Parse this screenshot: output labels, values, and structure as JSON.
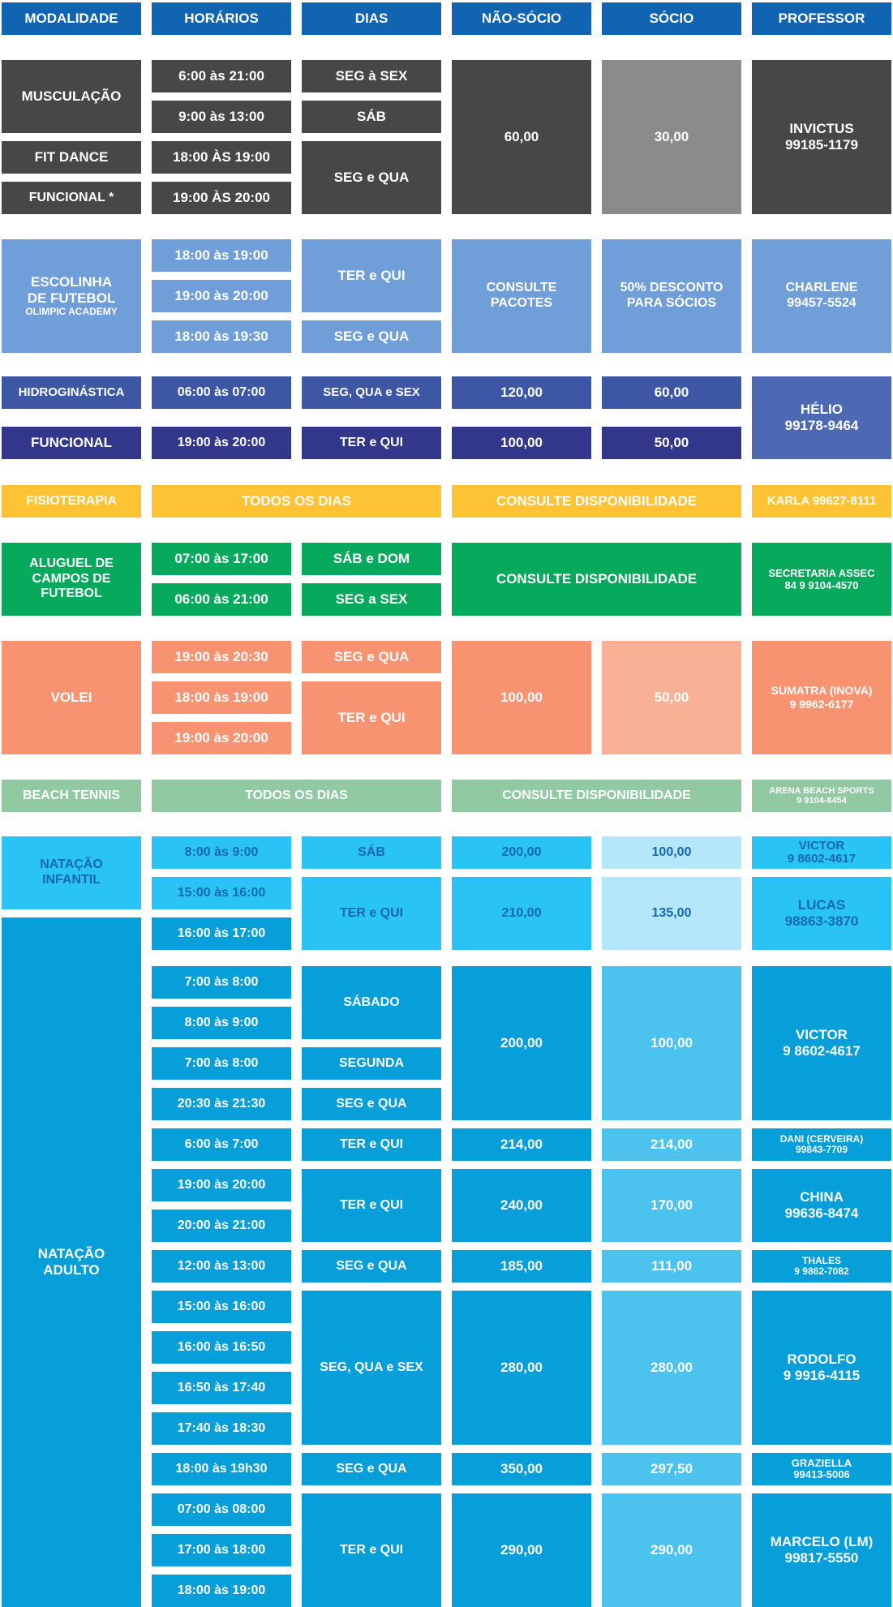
{
  "header": {
    "columns": [
      "MODALIDADE",
      "HORÁRIOS",
      "DIAS",
      "NÃO-SÓCIO",
      "SÓCIO",
      "PROFESSOR"
    ]
  },
  "musculacao": {
    "mod1": "MUSCULAÇÃO",
    "mod2": "FIT DANCE",
    "mod3": "FUNCIONAL *",
    "h1": "6:00 às 21:00",
    "h2": "9:00 às 13:00",
    "h3": "18:00 ÀS 19:00",
    "h4": "19:00 ÀS 20:00",
    "d1": "SEG à SEX",
    "d2": "SÁB",
    "d3": "SEG e QUA",
    "nao_socio": "60,00",
    "socio": "30,00",
    "professor": "INVICTUS\n99185-1179"
  },
  "escolinha": {
    "mod_main": "ESCOLINHA\nDE FUTEBOL",
    "mod_sub": "OLIMPIC ACADEMY",
    "h1": "18:00 às 19:00",
    "h2": "19:00 às 20:00",
    "h3": "18:00 às 19:30",
    "d1": "TER e QUI",
    "d2": "SEG e QUA",
    "nao_socio": "CONSULTE\nPACOTES",
    "socio": "50% DESCONTO\nPARA SÓCIOS",
    "professor": "CHARLENE\n99457-5524"
  },
  "hidro": {
    "mod1": "HIDROGINÁSTICA",
    "mod2": "FUNCIONAL",
    "h1": "06:00 às 07:00",
    "h2": "19:00 às 20:00",
    "d1": "SEG, QUA e SEX",
    "d2": "TER e QUI",
    "nao1": "120,00",
    "soc1": "60,00",
    "nao2": "100,00",
    "soc2": "50,00",
    "professor": "HÉLIO\n99178-9464"
  },
  "fisioterapia": {
    "mod": "FISIOTERAPIA",
    "dias": "TODOS OS DIAS",
    "consulte": "CONSULTE DISPONIBILIDADE",
    "professor": "KARLA 99627-8111"
  },
  "aluguel": {
    "mod": "ALUGUEL DE\nCAMPOS DE\nFUTEBOL",
    "h1": "07:00 às 17:00",
    "h2": "06:00 às 21:00",
    "d1": "SÁB e DOM",
    "d2": "SEG a SEX",
    "consulte": "CONSULTE DISPONIBILIDADE",
    "professor": "SECRETARIA ASSEC\n84 9 9104-4570"
  },
  "volei": {
    "mod": "VOLEI",
    "h1": "19:00 às 20:30",
    "h2": "18:00 às 19:00",
    "h3": "19:00 às 20:00",
    "d1": "SEG e QUA",
    "d2": "TER e QUI",
    "nao_socio": "100,00",
    "socio": "50,00",
    "professor": "SUMATRA (INOVA)\n9 9962-6177"
  },
  "beach": {
    "mod": "BEACH TENNIS",
    "dias": "TODOS OS DIAS",
    "consulte": "CONSULTE DISPONIBILIDADE",
    "professor": "ARENA BEACH SPORTS\n9 9104-8454"
  },
  "infantil": {
    "mod": "NATAÇÃO\nINFANTIL",
    "h1": "8:00 às 9:00",
    "h2": "15:00 às 16:00",
    "h3": "16:00 às 17:00",
    "d1": "SÁB",
    "d2": "TER e QUI",
    "nao1": "200,00",
    "soc1": "100,00",
    "nao2": "210,00",
    "soc2": "135,00",
    "prof1": "VICTOR\n9 8602-4617",
    "prof2": "LUCAS\n98863-3870"
  },
  "adulto": {
    "mod": "NATAÇÃO\nADULTO",
    "victor": {
      "h1": "7:00 às 8:00",
      "h2": "8:00 às 9:00",
      "h3": "7:00 às 8:00",
      "h4": "20:30 às 21:30",
      "d1": "SÁBADO",
      "d2": "SEGUNDA",
      "d3": "SEG e QUA",
      "nao": "200,00",
      "soc": "100,00",
      "prof": "VICTOR\n9 8602-4617"
    },
    "dani": {
      "h1": "6:00 às 7:00",
      "d1": "TER e QUI",
      "nao": "214,00",
      "soc": "214,00",
      "prof": "DANI (CERVEIRA)\n99843-7709"
    },
    "china": {
      "h1": "19:00 às 20:00",
      "h2": "20:00 às 21:00",
      "d1": "TER e QUI",
      "nao": "240,00",
      "soc": "170,00",
      "prof": "CHINA\n99636-8474"
    },
    "thales": {
      "h1": "12:00 às 13:00",
      "d1": "SEG e QUA",
      "nao": "185,00",
      "soc": "111,00",
      "prof": "THALES\n9 9862-7082"
    },
    "rodolfo": {
      "h1": "15:00 às 16:00",
      "h2": "16:00 às 16:50",
      "h3": "16:50 às 17:40",
      "h4": "17:40 às 18:30",
      "d1": "SEG, QUA e SEX",
      "nao": "280,00",
      "soc": "280,00",
      "prof": "RODOLFO\n9 9916-4115"
    },
    "graziella": {
      "h1": "18:00 às 19h30",
      "d1": "SEG e QUA",
      "nao": "350,00",
      "soc": "297,50",
      "prof": "GRAZIELLA\n99413-5006"
    },
    "marcelo": {
      "h1": "07:00 às 08:00",
      "h2": "17:00 às 18:00",
      "h3": "18:00 às 19:00",
      "d1": "TER e QUI",
      "nao": "290,00",
      "soc": "290,00",
      "prof": "MARCELO (LM)\n99817-5550"
    }
  },
  "colors": {
    "header_blue": "#1164b1",
    "dark_gray": "#474747",
    "mid_gray": "#8b8b8b",
    "cornflower_blue": "#6f9ed8",
    "steel_blue": "#3d57a5",
    "indigo": "#32378c",
    "helio_blue": "#4d69b3",
    "yellow": "#fdc335",
    "green": "#07a95c",
    "salmon": "#f79371",
    "salmon_light": "#f9b195",
    "beach_green": "#90c9a2",
    "cyan": "#29c3f5",
    "cyan_pale": "#b5e7fb",
    "adult_blue": "#069fd9",
    "adult_blue_light": "#4cc2ee",
    "navy_text": "#1668b0"
  }
}
